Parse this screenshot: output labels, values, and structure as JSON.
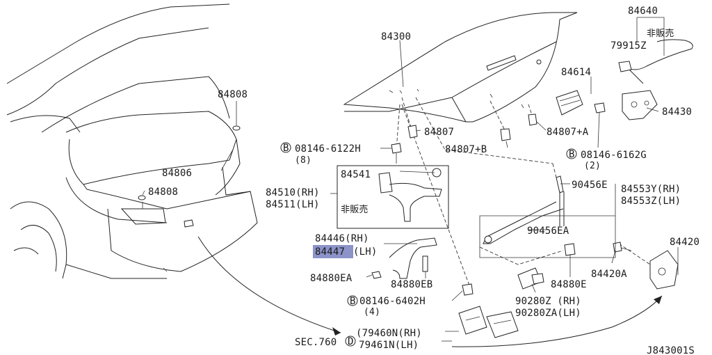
{
  "labels": {
    "p84300": "84300",
    "p84640": "84640",
    "p84640_note": "非販売",
    "p79915z": "79915Z",
    "p84614": "84614",
    "p84430": "84430",
    "p84808_top": "84808",
    "p84807": "84807",
    "p84807a": "84807+A",
    "p84807b": "84807+B",
    "p08146_6162g": "08146-6162G",
    "p08146_6162g_qty": "(2)",
    "p08146_6122h": "08146-6122H",
    "p08146_6122h_qty": "(8)",
    "p84806": "84806",
    "p84808_mid": "84808",
    "p84541": "84541",
    "p84510": "84510(RH)",
    "p84511": "84511(LH)",
    "p84510_note": "非販売",
    "p90456e": "90456E",
    "p84553y": "84553Y(RH)",
    "p84553z": "84553Z(LH)",
    "p90456ea": "90456EA",
    "p84446": "84446(RH)",
    "p84447": "84447",
    "p84447_suffix": "(LH)",
    "p84880ea": "84880EA",
    "p84880eb": "84880EB",
    "p84880e": "84880E",
    "p84420a": "84420A",
    "p84420": "84420",
    "p08146_6402h": "08146-6402H",
    "p08146_6402h_qty": "(4)",
    "p90280z": "90280Z (RH)",
    "p90280za": "90280ZA(LH)",
    "sec": "SEC.760",
    "p79460n": "(79460N(RH)",
    "p79461n": "79461N(LH)",
    "bolt_mark": "B",
    "sec_mark": "D",
    "diagram_code": "J843001S"
  },
  "colors": {
    "highlight": "#8b93c8",
    "line": "#222222"
  }
}
